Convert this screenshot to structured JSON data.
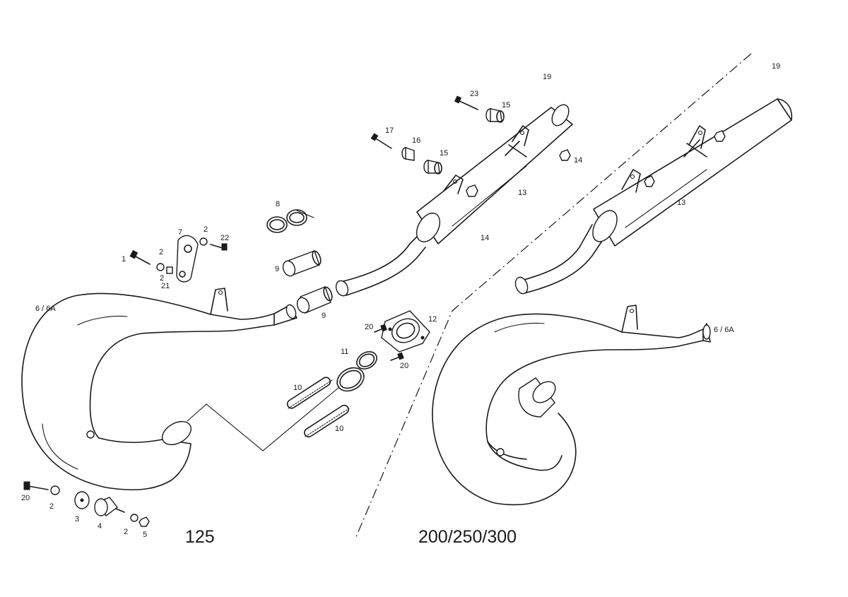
{
  "models": {
    "left": "125",
    "right": "200/250/300"
  },
  "callouts": [
    "1",
    "2",
    "2",
    "21",
    "7",
    "2",
    "22",
    "8",
    "9",
    "9",
    "6 / 6A",
    "23",
    "15",
    "19",
    "17",
    "16",
    "15",
    "14",
    "13",
    "14",
    "19",
    "13",
    "20",
    "12",
    "11",
    "20",
    "10",
    "10",
    "6 / 6A",
    "20",
    "2",
    "3",
    "4",
    "2",
    "5"
  ]
}
